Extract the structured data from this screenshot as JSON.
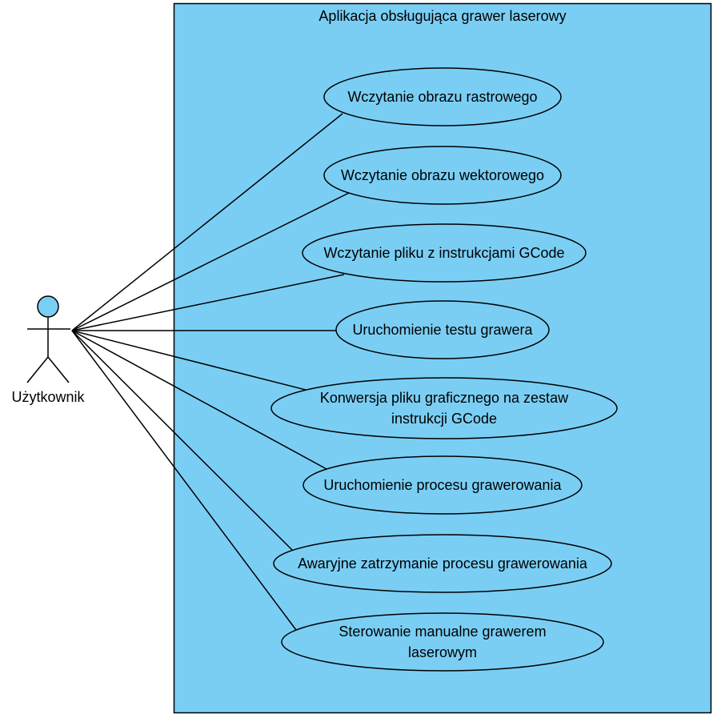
{
  "system": {
    "title": "Aplikacja obsługująca grawer laserowy",
    "fill_color": "#7ACEF4",
    "stroke_color": "#000000"
  },
  "actor": {
    "name": "Użytkownik",
    "head_color": "#7ACEF4"
  },
  "use_cases": [
    {
      "lines": [
        "Wczytanie obrazu rastrowego"
      ]
    },
    {
      "lines": [
        "Wczytanie obrazu wektorowego"
      ]
    },
    {
      "lines": [
        "Wczytanie pliku z instrukcjami GCode"
      ]
    },
    {
      "lines": [
        "Uruchomienie testu grawera"
      ]
    },
    {
      "lines": [
        "Konwersja pliku graficznego na zestaw",
        "instrukcji GCode"
      ]
    },
    {
      "lines": [
        "Uruchomienie procesu grawerowania"
      ]
    },
    {
      "lines": [
        "Awaryjne zatrzymanie procesu grawerowania"
      ]
    },
    {
      "lines": [
        "Sterowanie manualne grawerem",
        "laserowym"
      ]
    }
  ]
}
